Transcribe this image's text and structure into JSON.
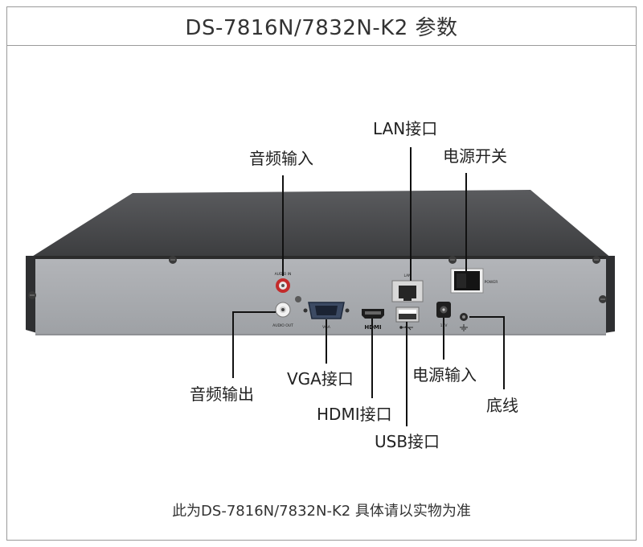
{
  "header": {
    "title": "DS-7816N/7832N-K2 参数"
  },
  "footer": {
    "note": "此为DS-7816N/7832N-K2  具体请以实物为准"
  },
  "callouts": {
    "audio_in": "音频输入",
    "audio_out": "音频输出",
    "vga": "VGA接口",
    "hdmi": "HDMI接口",
    "usb": "USB接口",
    "lan": "LAN接口",
    "power_in": "电源输入",
    "power_switch": "电源开关",
    "ground": "底线"
  },
  "panel_labels": {
    "audio_in": "AUDIO IN",
    "audio_out": "AUDIO OUT",
    "vga": "VGA",
    "lan": "LAN",
    "dc": "12V",
    "power": "POWER"
  },
  "icons": {
    "hdmi_logo": "HDMI",
    "usb_symbol": "usb-icon",
    "ground_symbol": "ground-icon"
  },
  "colors": {
    "chassis_top": "#4a4b4d",
    "panel": "#a7a9ad",
    "line": "#111111"
  }
}
